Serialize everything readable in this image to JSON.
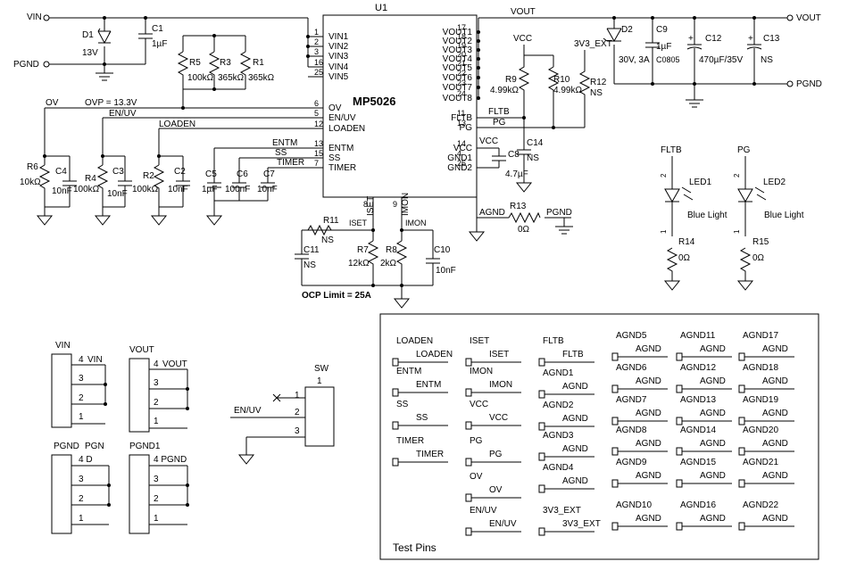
{
  "u1": {
    "ref": "U1",
    "part": "MP5026",
    "left_pins": [
      [
        "VIN1",
        "1"
      ],
      [
        "VIN2",
        "2"
      ],
      [
        "VIN3",
        "3"
      ],
      [
        "VIN4",
        "16"
      ],
      [
        "VIN5",
        "25"
      ],
      [
        "OV",
        "6"
      ],
      [
        "EN/UV",
        "5"
      ],
      [
        "LOADEN",
        "12"
      ],
      [
        "ENTM",
        "13"
      ],
      [
        "SS",
        "15"
      ],
      [
        "TIMER",
        "7"
      ]
    ],
    "right_pins": [
      [
        "VOUT1",
        "17"
      ],
      [
        "VOUT2",
        "18"
      ],
      [
        "VOUT3",
        "19"
      ],
      [
        "VOUT4",
        "20"
      ],
      [
        "VOUT5",
        "21"
      ],
      [
        "VOUT6",
        "22"
      ],
      [
        "VOUT7",
        "23"
      ],
      [
        "VOUT8",
        "24"
      ],
      [
        "FLTB",
        "11"
      ],
      [
        "PG",
        "13"
      ],
      [
        "VCC",
        "14"
      ],
      [
        "GND1",
        "4"
      ],
      [
        "GND2",
        "26"
      ]
    ],
    "bottom_pins": [
      [
        "ISET",
        "8"
      ],
      [
        "IMON",
        "9"
      ]
    ]
  },
  "nets": {
    "vin": "VIN",
    "vout": "VOUT",
    "pgnd": "PGND",
    "vcc": "VCC",
    "ext": "3V3_EXT",
    "agnd": "AGND",
    "ovp": "OVP = 13.3V",
    "ocp": "OCP Limit = 25A",
    "ov": "OV",
    "enuv": "EN/UV",
    "loaden": "LOADEN",
    "entm": "ENTM",
    "ss": "SS",
    "timer": "TIMER",
    "fltb": "FLTB",
    "pg": "PG",
    "iset": "ISET",
    "imon": "IMON"
  },
  "parts": {
    "d1": [
      "D1",
      "13V"
    ],
    "c1": [
      "C1",
      "1µF"
    ],
    "r5": [
      "R5",
      "100kΩ"
    ],
    "r3": [
      "R3",
      "365kΩ"
    ],
    "r1": [
      "R1",
      "365kΩ"
    ],
    "r6": [
      "R6",
      "10kΩ"
    ],
    "c4": [
      "C4",
      "10nF"
    ],
    "r4": [
      "R4",
      "100kΩ"
    ],
    "c3": [
      "C3",
      "10nF"
    ],
    "r2": [
      "R2",
      "100kΩ"
    ],
    "c2": [
      "C2",
      "10nF"
    ],
    "c5": [
      "C5",
      "1µF"
    ],
    "c6": [
      "C6",
      "100nF"
    ],
    "c7": [
      "C7",
      "10nF"
    ],
    "r11": [
      "R11",
      "NS"
    ],
    "c11": [
      "C11",
      "NS"
    ],
    "r7": [
      "R7",
      "12kΩ"
    ],
    "r8": [
      "R8",
      "2kΩ"
    ],
    "c10": [
      "C10",
      "10nF"
    ],
    "r9": [
      "R9",
      "4.99kΩ"
    ],
    "r10": [
      "R10",
      "4.99kΩ"
    ],
    "r12": [
      "R12",
      "NS"
    ],
    "c14": [
      "C14",
      "NS"
    ],
    "c8": [
      "C8",
      "4.7µF"
    ],
    "r13": [
      "R13",
      "0Ω"
    ],
    "d2": [
      "D2",
      "30V, 3A"
    ],
    "c9": [
      "C9",
      "1µF",
      "C0805"
    ],
    "c12": [
      "C12",
      "470µF/35V"
    ],
    "c13": [
      "C13",
      "NS"
    ],
    "led1": [
      "LED1",
      "Blue Light"
    ],
    "led2": [
      "LED2",
      "Blue Light"
    ],
    "r14": [
      "R14",
      "0Ω"
    ],
    "r15": [
      "R15",
      "0Ω"
    ]
  },
  "connectors": {
    "vin": {
      "title": "VIN",
      "pins": [
        "4",
        "3",
        "2",
        "1"
      ]
    },
    "vout": {
      "title": "VOUT",
      "pins": [
        "4",
        "3",
        "2",
        "1"
      ]
    },
    "pgnd": {
      "title": "PGND",
      "extra": "PGN",
      "pin4": "4 D",
      "pins": [
        "3",
        "2",
        "1"
      ]
    },
    "pgnd1": {
      "title": "PGND1",
      "pin4": "4 PGND",
      "pins": [
        "3",
        "2",
        "1"
      ]
    },
    "sw": {
      "title": "SW",
      "pins": [
        "1",
        "2",
        "3"
      ],
      "net": "EN/UV"
    }
  },
  "test_pins": {
    "title": "Test Pins",
    "col1": [
      [
        "LOADEN",
        "LOADEN"
      ],
      [
        "ENTM",
        "ENTM"
      ],
      [
        "SS",
        "SS"
      ],
      [
        "TIMER",
        "TIMER"
      ]
    ],
    "col2": [
      [
        "ISET",
        "ISET"
      ],
      [
        "IMON",
        "IMON"
      ],
      [
        "VCC",
        "VCC"
      ],
      [
        "PG",
        "PG"
      ],
      [
        "OV",
        "OV"
      ],
      [
        "EN/UV",
        "EN/UV"
      ]
    ],
    "col3": [
      [
        "FLTB",
        "FLTB"
      ],
      [
        "AGND1",
        "AGND"
      ],
      [
        "AGND2",
        "AGND"
      ],
      [
        "AGND3",
        "AGND"
      ],
      [
        "AGND4",
        "AGND"
      ],
      [
        "3V3_EXT",
        "3V3_EXT"
      ]
    ],
    "col4": [
      [
        "AGND5",
        "AGND"
      ],
      [
        "AGND6",
        "AGND"
      ],
      [
        "AGND7",
        "AGND"
      ],
      [
        "AGND8",
        "AGND"
      ],
      [
        "AGND9",
        "AGND"
      ],
      [
        "AGND10",
        "AGND"
      ]
    ],
    "col5": [
      [
        "AGND11",
        "AGND"
      ],
      [
        "AGND12",
        "AGND"
      ],
      [
        "AGND13",
        "AGND"
      ],
      [
        "AGND14",
        "AGND"
      ],
      [
        "AGND15",
        "AGND"
      ],
      [
        "AGND16",
        "AGND"
      ]
    ],
    "col6": [
      [
        "AGND17",
        "AGND"
      ],
      [
        "AGND18",
        "AGND"
      ],
      [
        "AGND19",
        "AGND"
      ],
      [
        "AGND20",
        "AGND"
      ],
      [
        "AGND21",
        "AGND"
      ],
      [
        "AGND22",
        "AGND"
      ]
    ]
  }
}
